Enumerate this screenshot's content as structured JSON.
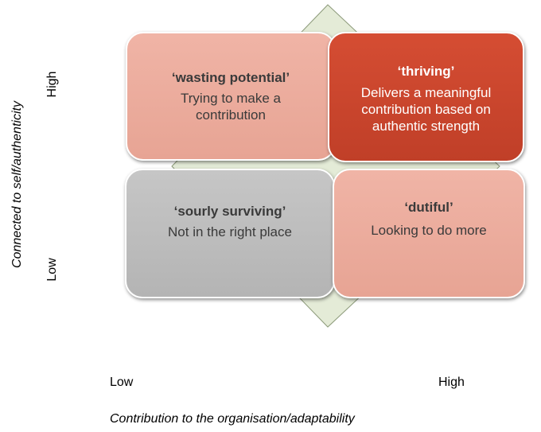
{
  "quadrants": {
    "wasting_potential": {
      "title": "‘wasting potential’",
      "desc": "Trying to make a contribution"
    },
    "thriving": {
      "title": "‘thriving’",
      "desc": "Delivers a meaningful contribution based on authentic strength"
    },
    "sourly_surviving": {
      "title": "‘sourly surviving’",
      "desc": "Not in the right place"
    },
    "dutiful": {
      "title": "‘dutiful’",
      "desc": "Looking to do more"
    }
  },
  "y_axis": {
    "label": "Connected to   self/authenticity",
    "high": "High",
    "low": "Low"
  },
  "x_axis": {
    "label": "Contribution to the organisation/adaptability",
    "low": "Low",
    "high": "High"
  },
  "colors": {
    "diamond_fill": "#e4ebd7",
    "thriving": "#c8452c",
    "pink": "#ecab9c",
    "grey": "#bdbdbd"
  }
}
